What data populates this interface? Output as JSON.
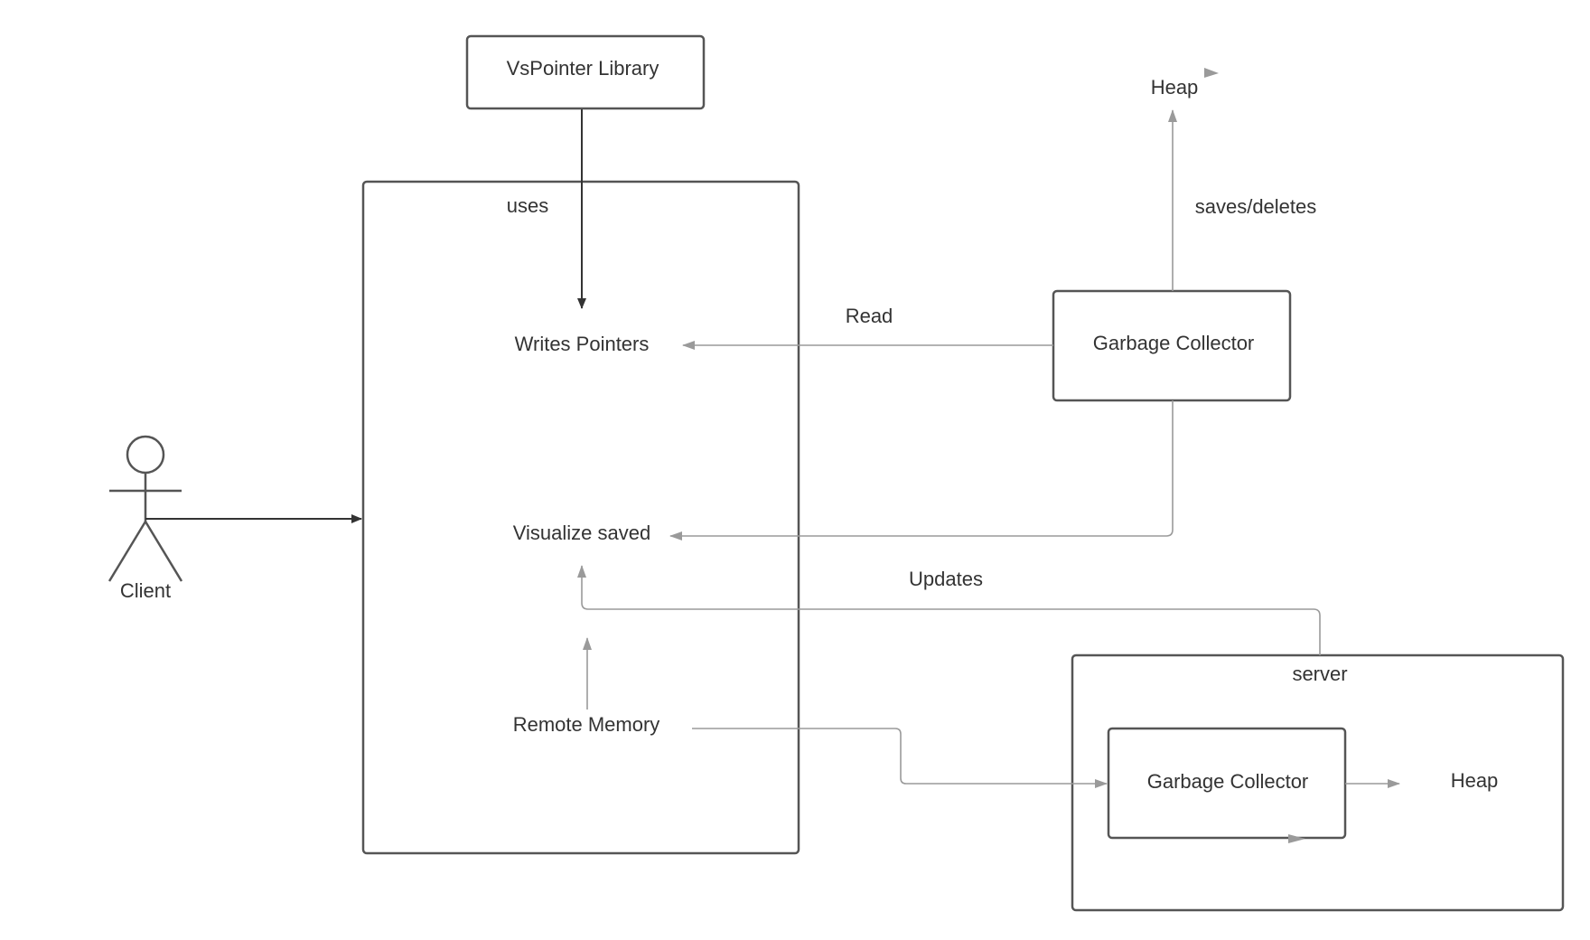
{
  "diagram": {
    "vspointer_library": "VsPointer Library",
    "uses": "uses",
    "writes_pointers": "Writes Pointers",
    "visualize_saved": "Visualize saved",
    "remote_memory": "Remote Memory",
    "client": "Client",
    "read": "Read",
    "updates": "Updates",
    "saves_deletes": "saves/deletes",
    "heap_top": "Heap",
    "garbage_collector_top": "Garbage Collector",
    "server": "server",
    "garbage_collector_server": "Garbage Collector",
    "heap_server": "Heap"
  },
  "colors": {
    "box_stroke": "#555555",
    "arrow_dark": "#333333",
    "arrow_light": "#9a9a9a",
    "text": "#333333"
  }
}
